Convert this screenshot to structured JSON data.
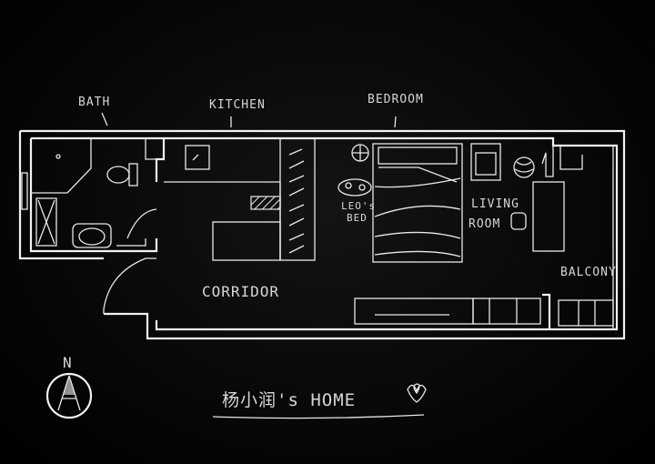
{
  "plan": {
    "labels": {
      "bath": "BATH",
      "kitchen": "KITCHEN",
      "bedroom": "BEDROOM",
      "leos_bed_1": "LEO's",
      "leos_bed_2": "BED",
      "living_1": "LIVING",
      "living_2": "ROOM",
      "corridor": "CORRIDOR",
      "balcony": "BALCONY"
    },
    "compass": "N",
    "title": "杨小润's HOME",
    "colors": {
      "background": "#000000",
      "line": "#f2f2f2",
      "text": "#d6d6d6"
    }
  }
}
